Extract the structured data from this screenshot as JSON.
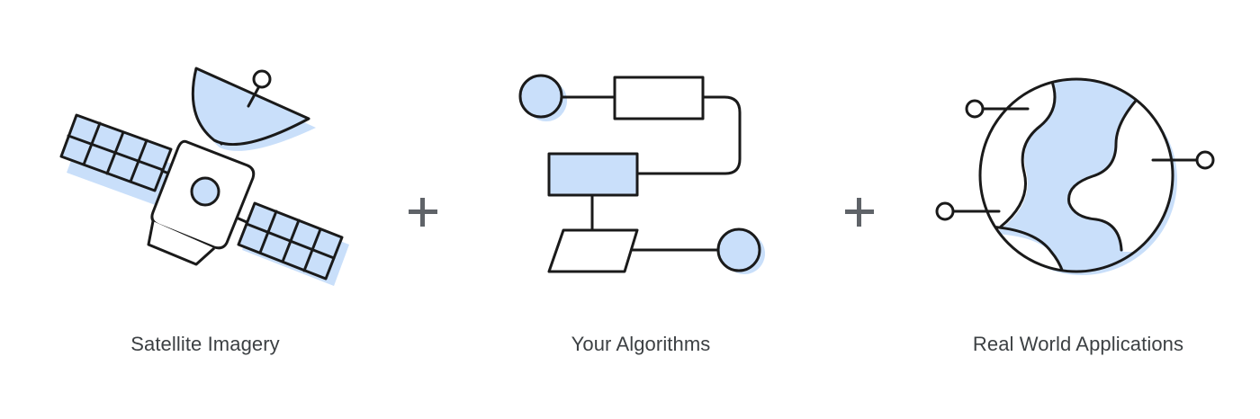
{
  "colors": {
    "accent_fill": "#c9dffa",
    "stroke": "#1a1a1a",
    "operator": "#5f6368",
    "label_text": "#3c4043",
    "background": "#ffffff"
  },
  "items": [
    {
      "label": "Satellite Imagery",
      "icon": "satellite-icon"
    },
    {
      "label": "Your Algorithms",
      "icon": "flowchart-icon"
    },
    {
      "label": "Real World Applications",
      "icon": "globe-icon"
    }
  ],
  "operators": [
    "+",
    "+"
  ]
}
